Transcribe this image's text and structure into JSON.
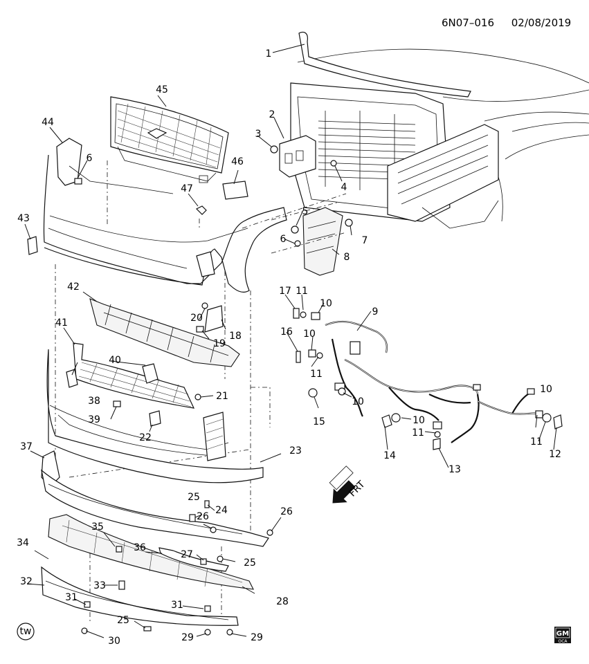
{
  "header": {
    "code": "6N07–016",
    "date": "02/08/2019"
  },
  "callouts": {
    "c1": "1",
    "c2": "2",
    "c3": "3",
    "c4": "4",
    "c5": "5",
    "c6a": "6",
    "c6b": "6",
    "c7": "7",
    "c8": "8",
    "c9": "9",
    "c10a": "10",
    "c10b": "10",
    "c10c": "10",
    "c10d": "10",
    "c10e": "10",
    "c11a": "11",
    "c11b": "11",
    "c11c": "11",
    "c11d": "11",
    "c12": "12",
    "c13": "13",
    "c14": "14",
    "c15": "15",
    "c16": "16",
    "c17": "17",
    "c18": "18",
    "c19": "19",
    "c20": "20",
    "c21": "21",
    "c22": "22",
    "c23": "23",
    "c24": "24",
    "c25a": "25",
    "c25b": "25",
    "c25c": "25",
    "c26a": "26",
    "c26b": "26",
    "c27": "27",
    "c28": "28",
    "c29a": "29",
    "c29b": "29",
    "c30": "30",
    "c31a": "31",
    "c31b": "31",
    "c32": "32",
    "c33": "33",
    "c34": "34",
    "c35": "35",
    "c36": "36",
    "c37": "37",
    "c38": "38",
    "c39": "39",
    "c40": "40",
    "c41": "41",
    "c42": "42",
    "c43": "43",
    "c44": "44",
    "c45": "45",
    "c46": "46",
    "c47": "47"
  },
  "direction_arrow": "FRT",
  "badge_tw": "tw",
  "logo": {
    "line1": "GM",
    "line2": "OCA"
  }
}
